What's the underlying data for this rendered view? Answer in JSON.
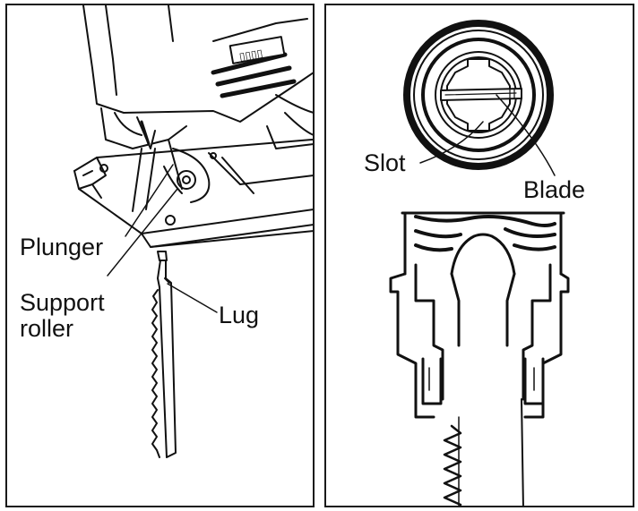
{
  "left_panel": {
    "labels": {
      "plunger": "Plunger",
      "support_roller": [
        "Support",
        "roller"
      ],
      "lug": "Lug"
    }
  },
  "right_panel": {
    "labels": {
      "slot": "Slot",
      "blade": "Blade"
    }
  }
}
